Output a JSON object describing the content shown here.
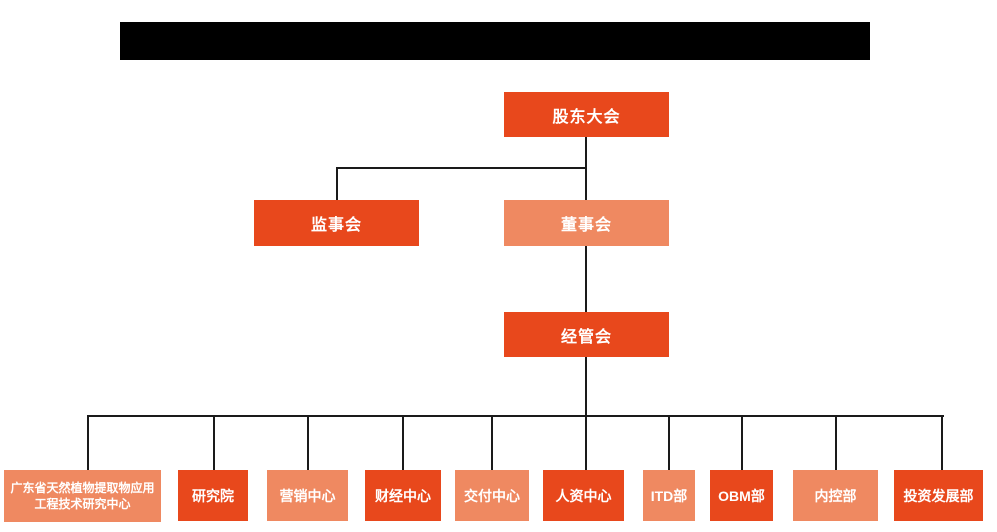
{
  "colors": {
    "primary": "#E8481C",
    "secondary": "#EF8961",
    "connector": "#1A1A1A",
    "redacted_bar": "#000000",
    "background": "#FFFFFF",
    "node_text": "#FFFFFF"
  },
  "org_chart": {
    "type": "org-tree",
    "top": {
      "label": "股东大会",
      "variant": "primary"
    },
    "branch": [
      {
        "label": "监事会",
        "variant": "primary"
      },
      {
        "label": "董事会",
        "variant": "secondary"
      }
    ],
    "middle": {
      "label": "经管会",
      "variant": "primary"
    },
    "departments": [
      {
        "label": "广东省天然植物提取物应用工程技术研究中心",
        "variant": "secondary"
      },
      {
        "label": "研究院",
        "variant": "primary"
      },
      {
        "label": "营销中心",
        "variant": "secondary"
      },
      {
        "label": "财经中心",
        "variant": "primary"
      },
      {
        "label": "交付中心",
        "variant": "secondary"
      },
      {
        "label": "人资中心",
        "variant": "primary"
      },
      {
        "label": "ITD部",
        "variant": "secondary"
      },
      {
        "label": "OBM部",
        "variant": "primary"
      },
      {
        "label": "内控部",
        "variant": "secondary"
      },
      {
        "label": "投资发展部",
        "variant": "primary"
      }
    ]
  }
}
